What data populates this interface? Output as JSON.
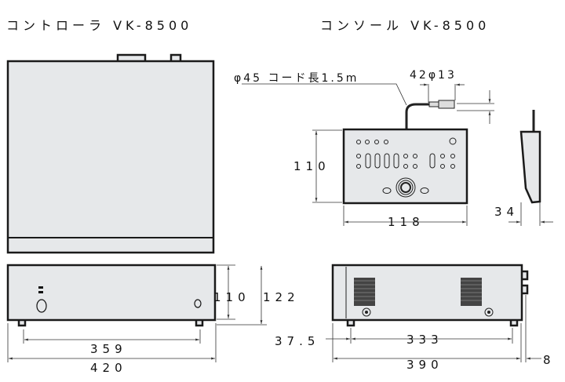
{
  "titles": {
    "controller": "コントローラ VK-8500",
    "console": "コンソール VK-8500"
  },
  "dimensions": {
    "cord": "φ45 コード長1.5m",
    "connector": "42φ13",
    "console_height": "110",
    "console_width": "118",
    "console_depth": "34",
    "controller_height": "110",
    "controller_height_total": "122",
    "controller_foot_span": "359",
    "controller_width": "420",
    "console_front_offset": "37.5",
    "console_foot_span": "333",
    "console_length": "390",
    "console_rear": "8"
  }
}
